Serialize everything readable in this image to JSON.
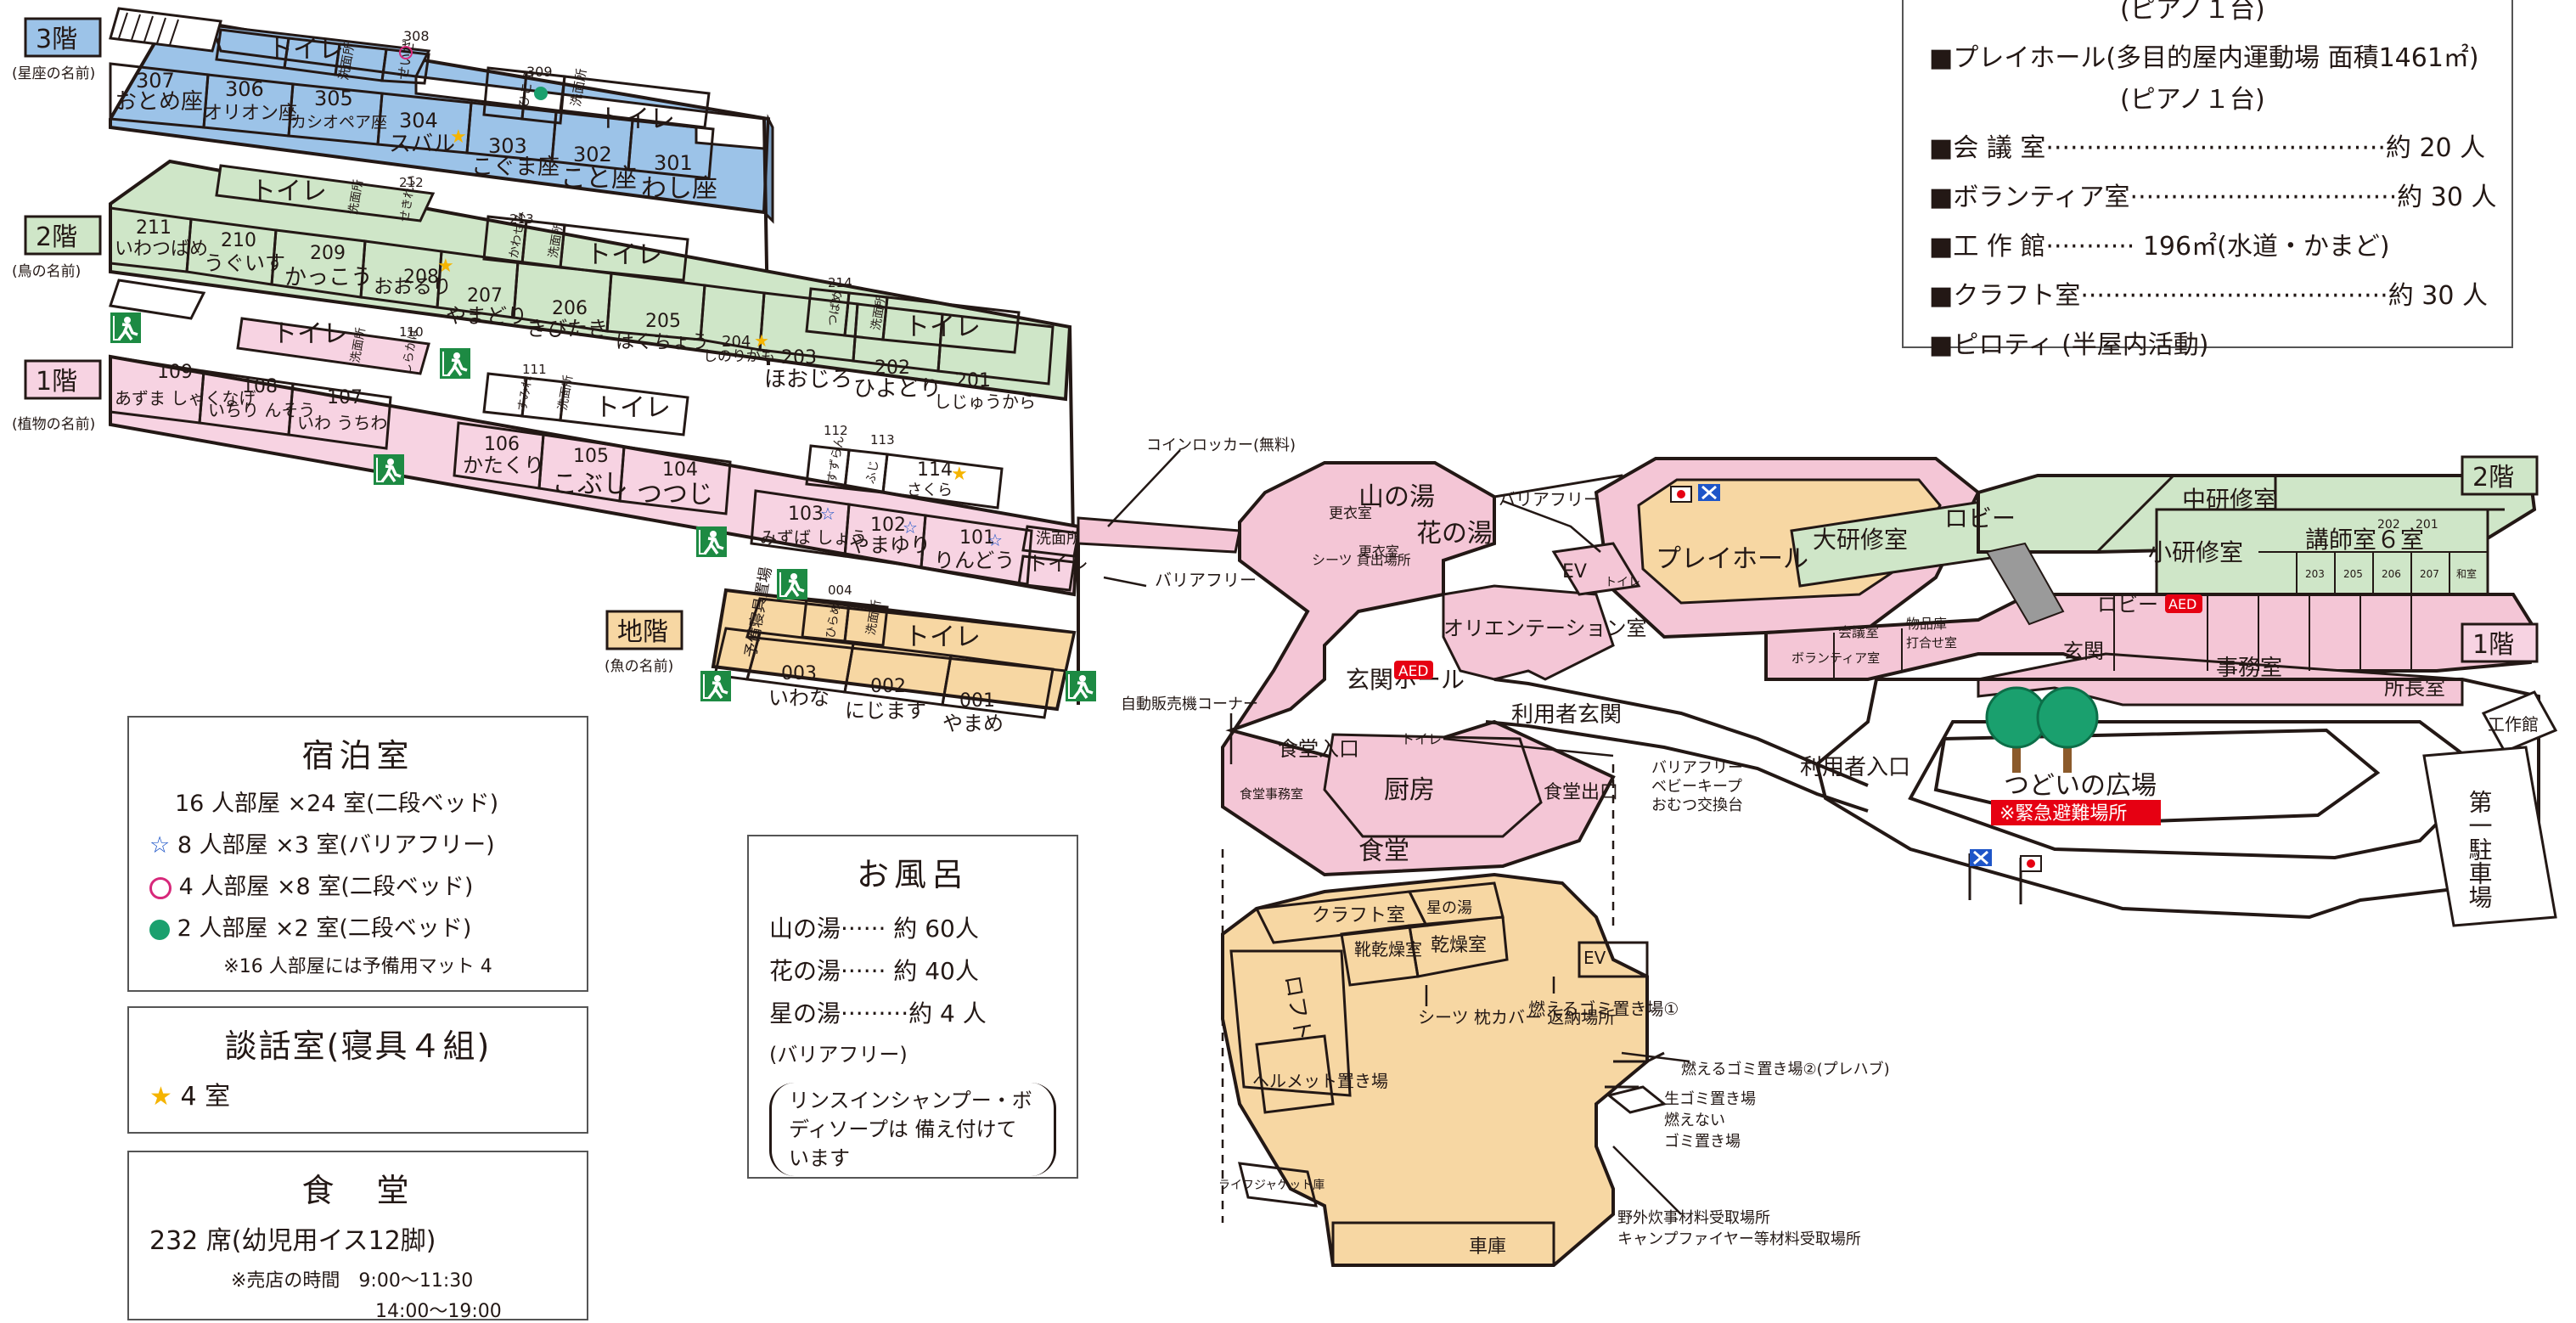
{
  "colors": {
    "floor3": "#9cc3e8",
    "floor2": "#cfe6c8",
    "floor1": "#f7d3e2",
    "basement": "#f7d7a3",
    "building": "#f4c6d6",
    "dark": "#231815",
    "red": "#e60012",
    "star": "#1e55c8",
    "circle": "#d7287a",
    "dot": "#1aa06e",
    "gold": "#f5b400",
    "exit": "#1d8a43"
  },
  "floors": {
    "f3": {
      "label": "3階",
      "sub": "(星座の名前)"
    },
    "f2": {
      "label": "2階",
      "sub": "(鳥の名前)"
    },
    "f1": {
      "label": "1階",
      "sub": "(植物の名前)"
    },
    "b1": {
      "label": "地階",
      "sub": "(魚の名前)"
    }
  },
  "rooms3": {
    "toilet": "トイレ",
    "wash": "洗面所",
    "num308": "308",
    "n308": "せいざ",
    "num309": "309",
    "n309": "ひこう",
    "r307": {
      "num": "307",
      "name": "おとめ座"
    },
    "r306": {
      "num": "306",
      "name": "オリオン座"
    },
    "r305": {
      "num": "305",
      "name": "カシオペア座"
    },
    "r304": {
      "num": "304",
      "name": "スバル"
    },
    "r303": {
      "num": "303",
      "name": "こぐま座"
    },
    "r302": {
      "num": "302",
      "name": "こと座"
    },
    "r301": {
      "num": "301",
      "name": "わし座"
    }
  },
  "rooms2": {
    "toilet": "トイレ",
    "wash": "洗面所",
    "num212": "212",
    "n212": "せきれい",
    "num213": "213",
    "n213": "かわせみ",
    "num214": "214",
    "n214": "つばめ",
    "r211": {
      "num": "211",
      "name": "いわつばめ"
    },
    "r210": {
      "num": "210",
      "name": "うぐいす"
    },
    "r209": {
      "num": "209",
      "name": "かっこう"
    },
    "r208": {
      "num": "208",
      "name": "おおるり"
    },
    "r207": {
      "num": "207",
      "name": "やまどり"
    },
    "r206": {
      "num": "206",
      "name": "きびたき"
    },
    "r205": {
      "num": "205",
      "name": "はくちょう"
    },
    "r204": {
      "num": "204",
      "name": "しのりがも"
    },
    "r203": {
      "num": "203",
      "name": "ほおじろ"
    },
    "r202": {
      "num": "202",
      "name": "ひよどり"
    },
    "r201": {
      "num": "201",
      "name": "しじゅうから"
    }
  },
  "rooms1": {
    "toilet": "トイレ",
    "wash": "洗面所",
    "num110": "110",
    "n110": "しらかば",
    "num111": "111",
    "n111": "すみれ",
    "num112": "112",
    "n112": "すずらん",
    "num113": "113",
    "n113": "ふじ",
    "r109": {
      "num": "109",
      "name": "あずま しゃくなげ"
    },
    "r108": {
      "num": "108",
      "name": "いちり んそう"
    },
    "r107": {
      "num": "107",
      "name": "いわ うちわ"
    },
    "r106": {
      "num": "106",
      "name": "かたくり"
    },
    "r105": {
      "num": "105",
      "name": "こぶし"
    },
    "r104": {
      "num": "104",
      "name": "つつじ"
    },
    "r114": {
      "num": "114",
      "name": "さくら"
    },
    "r103": {
      "num": "103",
      "name": "みずば しょう"
    },
    "r102": {
      "num": "102",
      "name": "やまゆり"
    },
    "r101": {
      "num": "101",
      "name": "りんどう"
    }
  },
  "roomsB": {
    "toilet": "トイレ",
    "wash": "洗面所",
    "num004": "004",
    "n004": "ひらめ",
    "reserve": "予備寝具置場",
    "r003": {
      "num": "003",
      "name": "いわな"
    },
    "r002": {
      "num": "002",
      "name": "にじます"
    },
    "r001": {
      "num": "001",
      "name": "やまめ"
    }
  },
  "main": {
    "locker": "コインロッカー(無料)",
    "barrier_free": "バリアフリー",
    "barrier_free2": "バリアフリー",
    "barrier_free3": "バリアフリー",
    "yama": "山の湯",
    "hana": "花の湯",
    "kouisitu": "更衣室",
    "kouisitu2": "更衣室",
    "sheets_rental": "シーツ 貸出場所",
    "ev": "EV",
    "toilet_small": "トイレ",
    "playhall": "プレイホール",
    "daikenshu": "大研修室",
    "lobby2": "ロビー",
    "chuken": "中研修室",
    "shoken": "小研修室",
    "kosi": "講師室６室",
    "r202": "202",
    "r201": "201",
    "r203": "203",
    "r205": "205",
    "r206": "206",
    "r207": "207",
    "washitsu": "和室",
    "lobby1": "ロビー",
    "aed": "AED",
    "aed2": "AED",
    "floor2": "2階",
    "floor1": "1階",
    "orientation": "オリエンテーション室",
    "kaigi": "会議室",
    "busshi": "物品庫",
    "uchiawase": "打合せ室",
    "volunteer": "ボランティア室",
    "genkan": "玄関",
    "jimushitsu": "事務室",
    "shochoshitsu": "所長室",
    "genkan_hall": "玄関ホール",
    "riyousha_genkan": "利用者玄関",
    "riyousha_iriguchi": "利用者入口",
    "kousakukan": "工作館",
    "hiroba": "つどいの広場",
    "emergency": "※緊急避難場所",
    "parking": "第一駐車場",
    "vending": "自動販売機コーナー",
    "shokudo_iri": "食堂入口",
    "shokudo_jimu": "食堂事務室",
    "chubo": "厨房",
    "shokudo": "食堂",
    "shokudo_de": "食堂出口",
    "baby_keep": "ベビーキープ",
    "omutsu": "おむつ交換台"
  },
  "basement_area": {
    "craft": "クラフト室",
    "hoshi": "星の湯",
    "kutsu": "靴乾燥室",
    "kanso": "乾燥室",
    "loft": "ロフト",
    "sheets_return": "シーツ 枕カバー 返納場所",
    "moeru": "燃えるゴミ置き場①",
    "moeru2": "燃えるゴミ置き場②(プレハブ)",
    "namagomi": "生ゴミ置き場",
    "moenai": "燃えない",
    "gomi": "ゴミ置き場",
    "helmet": "ヘルメット置き場",
    "lifejacket": "ライフジャケット庫",
    "shako": "車庫",
    "field_kitchen": "野外炊事材料受取場所",
    "campfire": "キャンプファイヤー等材料受取場所"
  },
  "facility_list": {
    "top_cut": "(ピアノ１台)",
    "items": [
      {
        "label": "■プレイホール(多目的屋内運動場 面積1461㎡)",
        "sub": "(ピアノ１台)"
      },
      {
        "label": "■会 議 室··········································約 20 人"
      },
      {
        "label": "■ボランティア室·································約 30 人"
      },
      {
        "label": "■工 作 館··········· 196㎡(水道・かまど)"
      },
      {
        "label": "■クラフト室······································約 30 人"
      },
      {
        "label": "■ピロティ  (半屋内活動)"
      }
    ]
  },
  "legend_stay": {
    "title": "宿泊室",
    "line1": "16 人部屋 ×24 室(二段ベッド)",
    "line2": "8 人部屋 ×3 室(バリアフリー)",
    "line3": "4 人部屋 ×8 室(二段ベッド)",
    "line4": "2 人部屋 ×2 室(二段ベッド)",
    "note": "※16 人部屋には予備用マット 4",
    "star": "☆"
  },
  "legend_talk": {
    "title": "談話室(寝具４組)",
    "line": "4 室",
    "star": "★"
  },
  "legend_dining": {
    "title": "食　堂",
    "line": "232 席(幼児用イス12脚)",
    "note1": "※売店の時間　9:00～11:30",
    "note2": "14:00～19:00"
  },
  "legend_bath": {
    "title": "お風呂",
    "line1": "山の湯······  約 60人",
    "line2": "花の湯······  約 40人",
    "line3": "星の湯·········約 4 人",
    "line4": "(バリアフリー)",
    "note": "リンスインシャンプー・ボディソープは 備え付けています"
  }
}
